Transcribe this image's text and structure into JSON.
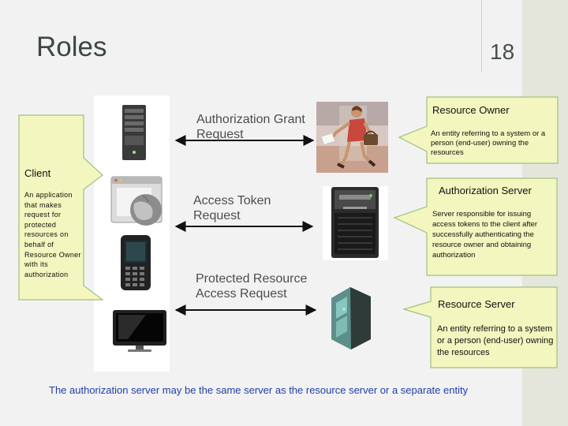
{
  "slide": {
    "title": "Roles",
    "number": "18"
  },
  "flows": {
    "grant": "Authorization Grant Request",
    "token": "Access Token Request",
    "protected": "Protected Resource Access Request"
  },
  "client": {
    "title": "Client",
    "description": "An application that makes request for protected resources on behalf of Resource Owner with its authorization"
  },
  "resource_owner": {
    "title": "Resource Owner",
    "description": "An entity referring to a system or a person (end-user) owning the resources"
  },
  "authorization_server": {
    "title": "Authorization Server",
    "description": "Server responsible for issuing access tokens to the client after successfully authenticating the resource owner and obtaining authorization"
  },
  "resource_server": {
    "title": "Resource Server",
    "description": "An entity referring to a system or a person (end-user) owning the resources"
  },
  "footer": {
    "note": "The authorization server may be the same server as the resource server or a separate entity"
  },
  "colors": {
    "callout_fill": "#f3f6be",
    "callout_stroke": "#9fc27d",
    "footer_text": "#1f3ea8",
    "accent_strip": "#e4e6dc"
  },
  "icons": [
    "server-tower-icon",
    "browser-globe-icon",
    "mobile-phone-icon",
    "monitor-icon",
    "woman-running-icon",
    "server-machine-icon",
    "server-case-icon"
  ]
}
